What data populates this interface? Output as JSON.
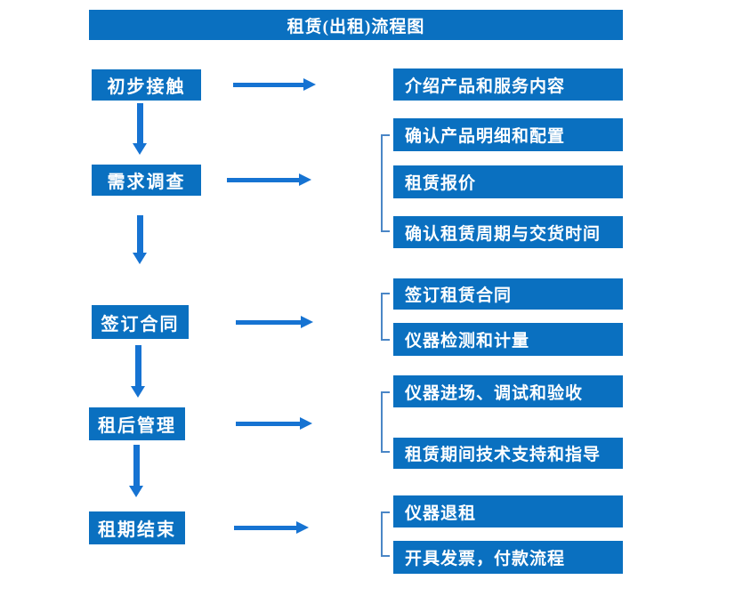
{
  "title": "租赁(出租)流程图",
  "colors": {
    "box": "#0a70c0",
    "arrow": "#1673d2",
    "bracket": "#4a86c6",
    "text": "#ffffff",
    "bg": "#ffffff"
  },
  "stages": [
    {
      "label": "初步接触",
      "outputs": [
        "介绍产品和服务内容"
      ]
    },
    {
      "label": "需求调查",
      "outputs": [
        "确认产品明细和配置",
        "租赁报价",
        "确认租赁周期与交货时间"
      ]
    },
    {
      "label": "签订合同",
      "outputs": [
        "签订租赁合同",
        "仪器检测和计量"
      ]
    },
    {
      "label": "租后管理",
      "outputs": [
        "仪器进场、调试和验收",
        "租赁期间技术支持和指导"
      ]
    },
    {
      "label": "租期结束",
      "outputs": [
        "仪器退租",
        "开具发票，付款流程"
      ]
    }
  ]
}
